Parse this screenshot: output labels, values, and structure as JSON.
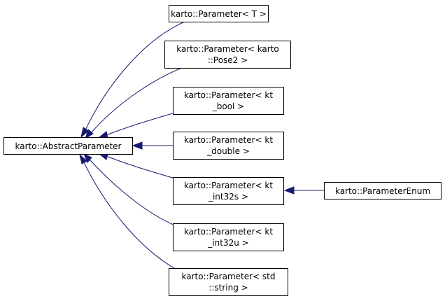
{
  "colors": {
    "edge": "#191970",
    "node_border": "#000000",
    "background": "#ffffff"
  },
  "nodes": {
    "abstract": {
      "lines": [
        "karto::AbstractParameter"
      ]
    },
    "param_t": {
      "lines": [
        "karto::Parameter< T >"
      ]
    },
    "param_pose2": {
      "lines": [
        "karto::Parameter< karto",
        "::Pose2 >"
      ]
    },
    "param_bool": {
      "lines": [
        "karto::Parameter< kt",
        "_bool >"
      ]
    },
    "param_double": {
      "lines": [
        "karto::Parameter< kt",
        "_double >"
      ]
    },
    "param_int32s": {
      "lines": [
        "karto::Parameter< kt",
        "_int32s >"
      ]
    },
    "param_int32u": {
      "lines": [
        "karto::Parameter< kt",
        "_int32u >"
      ]
    },
    "param_string": {
      "lines": [
        "karto::Parameter< std",
        "::string >"
      ]
    },
    "param_enum": {
      "lines": [
        "karto::ParameterEnum"
      ]
    }
  },
  "edges": [
    {
      "from": "param_t",
      "to": "abstract"
    },
    {
      "from": "param_pose2",
      "to": "abstract"
    },
    {
      "from": "param_bool",
      "to": "abstract"
    },
    {
      "from": "param_double",
      "to": "abstract"
    },
    {
      "from": "param_int32s",
      "to": "abstract"
    },
    {
      "from": "param_int32u",
      "to": "abstract"
    },
    {
      "from": "param_string",
      "to": "abstract"
    },
    {
      "from": "param_enum",
      "to": "param_int32s"
    }
  ]
}
